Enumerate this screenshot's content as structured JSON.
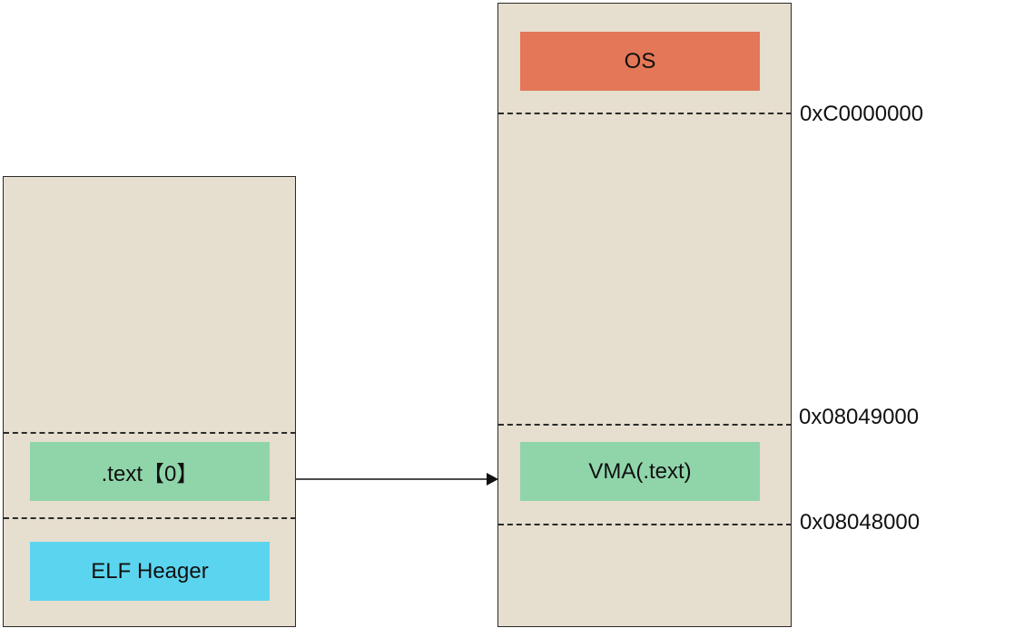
{
  "colors": {
    "panel_fill": "#e6dece",
    "panel_border": "#2b2b2b",
    "os_block": "#e37757",
    "text_block": "#90d5aa",
    "elf_block": "#5bd5ef"
  },
  "file_panel": {
    "text_section_label": ".text【0】",
    "elf_header_label": "ELF Heager"
  },
  "memory_panel": {
    "os_label": "OS",
    "vma_label": "VMA(.text)"
  },
  "addresses": {
    "kernel_base": "0xC0000000",
    "text_end": "0x08049000",
    "text_start": "0x08048000"
  }
}
